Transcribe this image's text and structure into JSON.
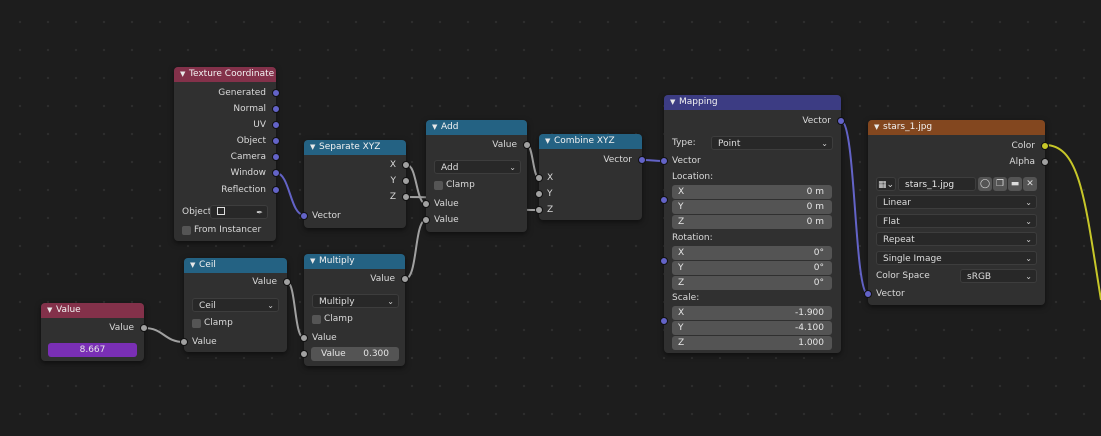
{
  "nodes": {
    "texture_coordinate": {
      "title": "Texture Coordinate",
      "outputs": [
        "Generated",
        "Normal",
        "UV",
        "Object",
        "Camera",
        "Window",
        "Reflection"
      ],
      "object_label": "Object:",
      "from_instancer": "From Instancer"
    },
    "separate_xyz": {
      "title": "Separate XYZ",
      "outputs": [
        "X",
        "Y",
        "Z"
      ],
      "input": "Vector"
    },
    "add": {
      "title": "Add",
      "output": "Value",
      "operation": "Add",
      "clamp": "Clamp",
      "inputs": [
        "Value",
        "Value"
      ]
    },
    "combine_xyz": {
      "title": "Combine XYZ",
      "output": "Vector",
      "inputs": [
        "X",
        "Y",
        "Z"
      ]
    },
    "mapping": {
      "title": "Mapping",
      "output": "Vector",
      "type_label": "Type:",
      "type_value": "Point",
      "input_vector": "Vector",
      "location_label": "Location:",
      "location": [
        {
          "axis": "X",
          "value": "0 m"
        },
        {
          "axis": "Y",
          "value": "0 m"
        },
        {
          "axis": "Z",
          "value": "0 m"
        }
      ],
      "rotation_label": "Rotation:",
      "rotation": [
        {
          "axis": "X",
          "value": "0°"
        },
        {
          "axis": "Y",
          "value": "0°"
        },
        {
          "axis": "Z",
          "value": "0°"
        }
      ],
      "scale_label": "Scale:",
      "scale": [
        {
          "axis": "X",
          "value": "-1.900"
        },
        {
          "axis": "Y",
          "value": "-4.100"
        },
        {
          "axis": "Z",
          "value": "1.000"
        }
      ]
    },
    "image_texture": {
      "title": "stars_1.jpg",
      "outputs": [
        "Color",
        "Alpha"
      ],
      "image_name": "stars_1.jpg",
      "interpolation": "Linear",
      "projection": "Flat",
      "extension": "Repeat",
      "source": "Single Image",
      "color_space_label": "Color Space",
      "color_space": "sRGB",
      "input": "Vector"
    },
    "ceil": {
      "title": "Ceil",
      "output": "Value",
      "operation": "Ceil",
      "clamp": "Clamp",
      "input": "Value"
    },
    "multiply": {
      "title": "Multiply",
      "output": "Value",
      "operation": "Multiply",
      "clamp": "Clamp",
      "input": "Value",
      "field_label": "Value",
      "field_value": "0.300"
    },
    "value": {
      "title": "Value",
      "output": "Value",
      "field_value": "8.667"
    }
  },
  "colors": {
    "input_header": "#83314a",
    "converter_header": "#246283",
    "vector_header": "#3c3c83",
    "texture_header": "#83471f",
    "socket_grey": "#a1a1a1",
    "socket_vector": "#6363c7",
    "socket_color": "#c7c729"
  }
}
